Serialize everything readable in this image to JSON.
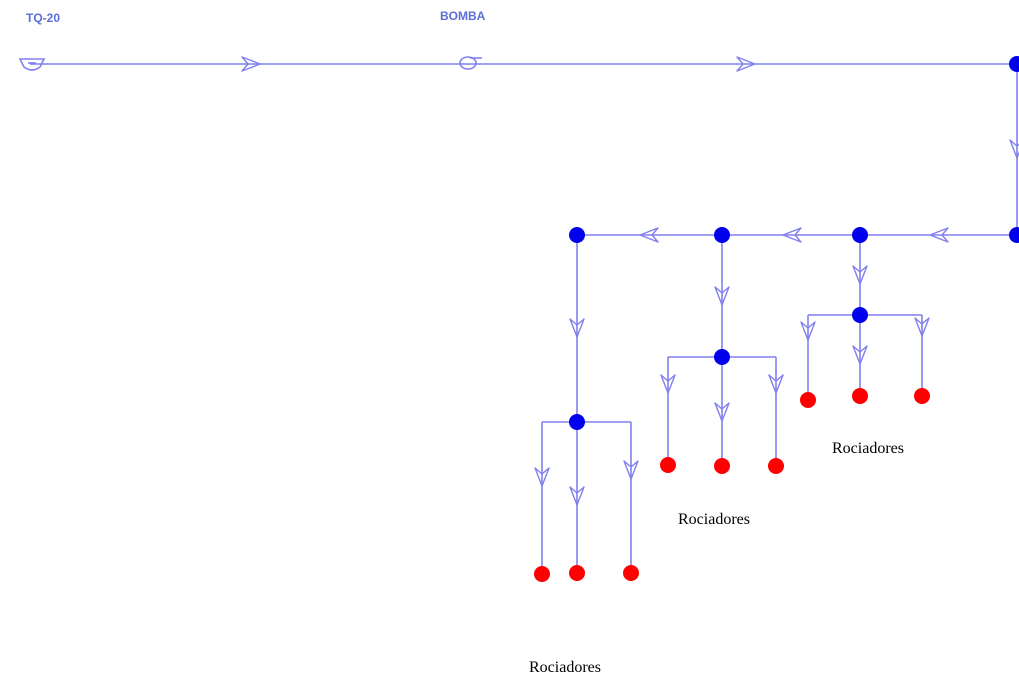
{
  "diagram": {
    "components": {
      "tank_label": "TQ-20",
      "pump_label": "BOMBA"
    },
    "sprinkler_groups": [
      {
        "label": "Rociadores"
      },
      {
        "label": "Rociadores"
      },
      {
        "label": "Rociadores"
      }
    ],
    "colors": {
      "pipe": "#8080ee",
      "node": "#0000ee",
      "sprinkler": "#ff0000",
      "component_label": "#5b6fd8",
      "group_label": "#000000"
    }
  }
}
